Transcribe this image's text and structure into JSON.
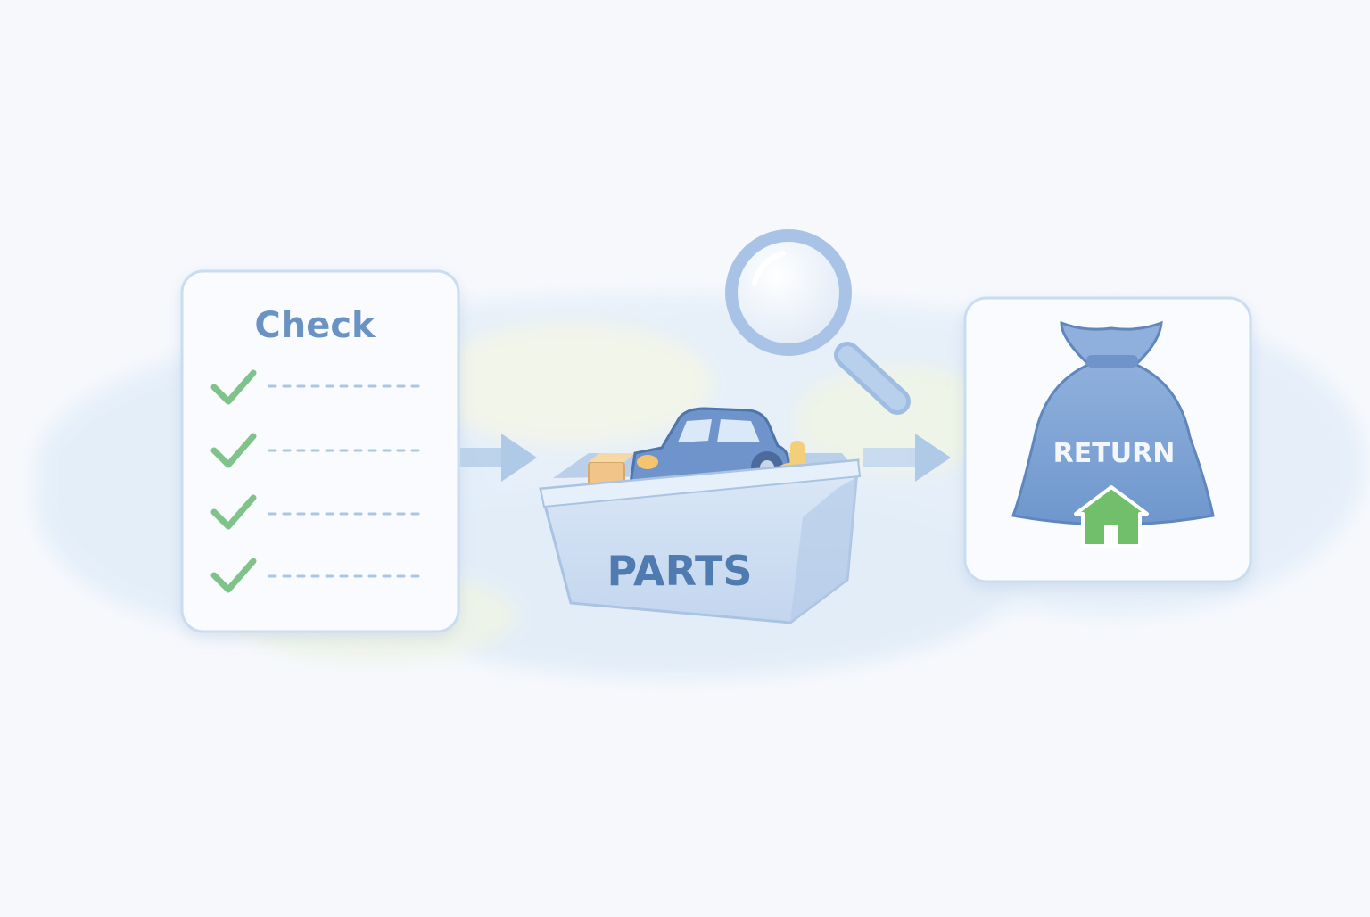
{
  "checklist": {
    "title": "Check",
    "items": 4
  },
  "box": {
    "label": "PARTS"
  },
  "bag": {
    "label": "RETURN"
  },
  "icons": {
    "check": "checkmark-icon",
    "search": "magnifying-glass-icon",
    "home": "house-icon",
    "car": "toy-car-icon"
  },
  "colors": {
    "background": "#f6f8fc",
    "title": "#6a93c3",
    "check": "#7fc28a",
    "arrow": "#a9c6e6",
    "box": "#cbdcf1",
    "box_text": "#4f7bb0",
    "bag": "#7ea2d2",
    "bag_text": "#f3f7fc",
    "house": "#72bf6b"
  }
}
